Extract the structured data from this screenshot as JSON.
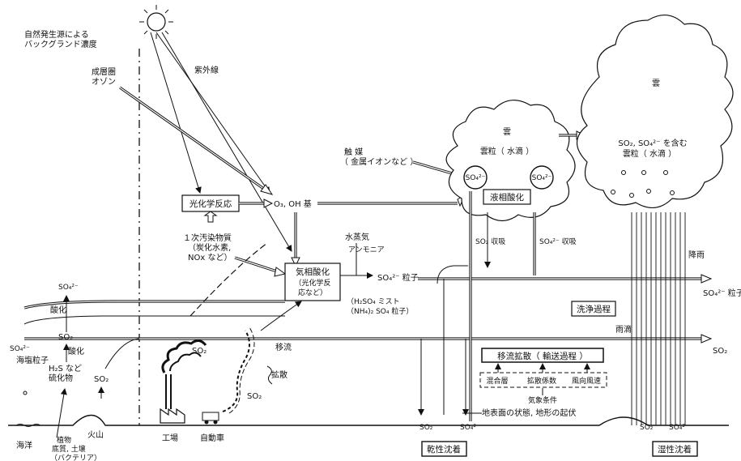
{
  "background_note": [
    "自然発生源による",
    "バックグランド濃度"
  ],
  "sun": {
    "uv_label": "紫外線"
  },
  "stratospheric_ozone": [
    "成層圏",
    "オゾン"
  ],
  "photochem_box": "光化学反応",
  "oxidants": "O₃, OH 基",
  "primary_pollutants": [
    "１次汚染物質",
    "（炭化水素,",
    "NOx など）"
  ],
  "vapor": "水蒸気",
  "ammonia": "アンモニア",
  "gas_phase_box": [
    "気相酸化",
    "（光化学反",
    "応など）"
  ],
  "sulfate_particle": "SO₄²⁻ 粒子",
  "mist": [
    "（H₂SO₄ ミスト",
    "（NH₄)₂ SO₄ 粒子）"
  ],
  "catalyst": [
    "触 媒",
    "（ 金属イオンなど ）"
  ],
  "cloud1": {
    "title": "雲",
    "droplet": "雲粒（ 水滴 ）",
    "so4_a": "SO₄²⁻",
    "so4_b": "SO₄²⁻",
    "liquid_box": "液相酸化"
  },
  "so2_absorb": "SO₂ 収吸",
  "so4_absorb": "SO₄²⁻ 収吸",
  "cloud2": {
    "title": "雲",
    "text1": "SO₂, SO₄²⁻ を含む",
    "text2": "雲粒（ 水滴 ）"
  },
  "rain": "降雨",
  "raindrop": "雨滴",
  "washout_box": "洗浄過程",
  "right_so4": "SO₄²⁻ 粒子",
  "right_so2": "SO₂",
  "advection_label": "移流",
  "diffusion_label": "拡散",
  "transport_box": "移流拡散（ 輸送過程 ）",
  "meteo_box": [
    "混合層",
    "拡散係数",
    "風向風速"
  ],
  "meteo_label": "気象条件",
  "surface_label": "地表面の状態, 地形の起伏",
  "dry_box": "乾性沈着",
  "wet_box": "湿性沈着",
  "dry_so2": "SO₂",
  "dry_so4": "SO₄²⁻",
  "wet_so2": "SO₂",
  "wet_so4": "SO₄²⁻",
  "left": {
    "so4_top": "SO₄²⁻",
    "oxidation1": "酸化",
    "so2": "SO₂",
    "oxidation2": "酸化",
    "h2s": [
      "H₂S など",
      "硫化物"
    ],
    "so2_volcano": "SO₂",
    "sea_salt": [
      "SO₄²⁻",
      "海塩粒子"
    ],
    "ocean": "海洋",
    "volcano": "火山",
    "plants": [
      "植物",
      "底質, 土壌",
      "（バクテリア）"
    ]
  },
  "factory": "工場",
  "car": "自動車",
  "factory_so2": "SO₂",
  "plume_so2": "SO₂"
}
